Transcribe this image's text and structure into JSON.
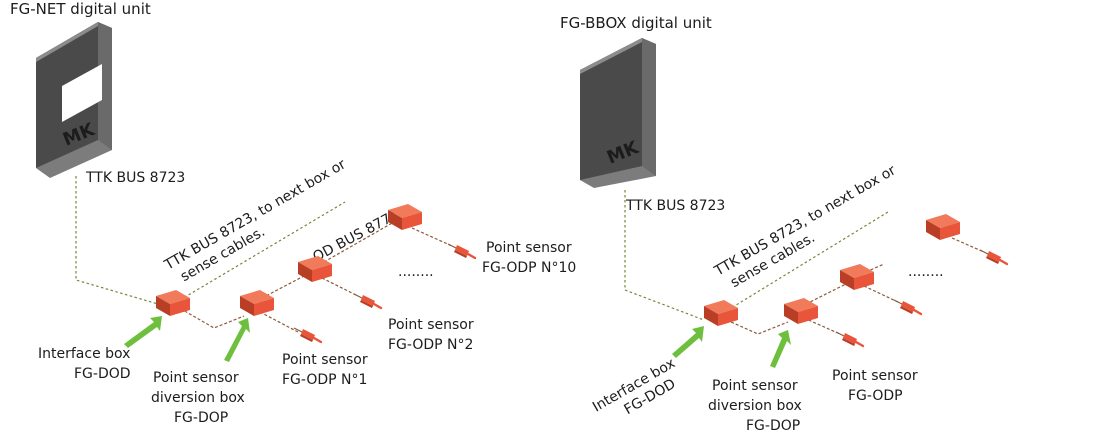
{
  "left": {
    "title": "FG-NET digital unit",
    "bus_label": "TTK BUS 8723",
    "logo": "MK",
    "cable_label_line1": "TTK BUS 8723, to next box or",
    "cable_label_line2": "sense cables.",
    "od_bus_label": "OD BUS 8771",
    "ellipsis": "........",
    "interface_box_line1": "Interface box",
    "interface_box_line2": "FG-DOD",
    "diversion_line1": "Point sensor",
    "diversion_line2": "diversion box",
    "diversion_line3": "FG-DOP",
    "sensor1_line1": "Point sensor",
    "sensor1_line2": "FG-ODP N°1",
    "sensor2_line1": "Point sensor",
    "sensor2_line2": "FG-ODP N°2",
    "sensor10_line1": "Point sensor",
    "sensor10_line2": "FG-ODP N°10"
  },
  "right": {
    "title": "FG-BBOX digital unit",
    "bus_label": "TTK BUS 8723",
    "logo": "MK",
    "cable_label_line1": "TTK BUS 8723, to next box or",
    "cable_label_line2": "sense cables.",
    "ellipsis": "........",
    "interface_box_line1": "Interface box",
    "interface_box_line2": "FG-DOD",
    "diversion_line1": "Point sensor",
    "diversion_line2": "diversion box",
    "diversion_line3": "FG-DOP",
    "sensor_line1": "Point sensor",
    "sensor_line2": "FG-ODP"
  },
  "colors": {
    "unit_front": "#4a4a4a",
    "unit_side": "#6a6a6a",
    "unit_top": "#7c7c7c",
    "box_orange": "#e8553a",
    "box_top": "#f07a5a",
    "box_shade": "#b93e26",
    "arrow_green": "#6fbf3f",
    "cable_green": "#6f8a3a"
  }
}
